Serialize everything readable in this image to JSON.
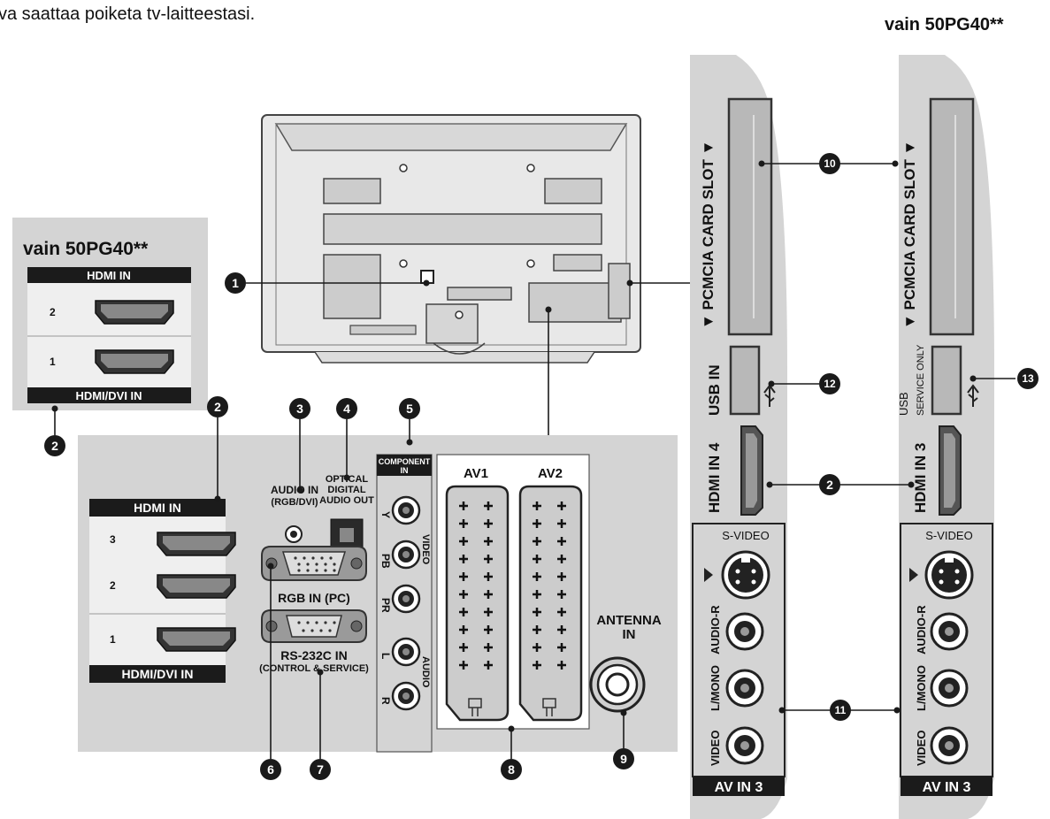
{
  "header": {
    "caption_fragment": "va saattaa poiketa tv-laitteestasi.",
    "model_note_right": "vain 50PG40**"
  },
  "inset_left": {
    "model_note": "vain 50PG40**",
    "top_label": "HDMI IN",
    "port_2": "2",
    "port_1": "1",
    "bottom_label": "HDMI/DVI IN"
  },
  "main_panel": {
    "hdmi_top_label": "HDMI IN",
    "hdmi_port_3": "3",
    "hdmi_port_2": "2",
    "hdmi_port_1": "1",
    "hdmi_bottom_label": "HDMI/DVI IN",
    "audio_in_line1": "AUDIO IN",
    "audio_in_line2": "(RGB/DVI)",
    "optical_line1": "OPTICAL",
    "optical_line2": "DIGITAL",
    "optical_line3": "AUDIO OUT",
    "component_line1": "COMPONENT",
    "component_line2": "IN",
    "comp_y": "Y",
    "comp_pb": "PB",
    "comp_pr": "PR",
    "comp_l": "L",
    "comp_r": "R",
    "video_label": "VIDEO",
    "audio_label": "AUDIO",
    "rgb_in": "RGB IN (PC)",
    "rs232_line1": "RS-232C IN",
    "rs232_line2": "(CONTROL & SERVICE)",
    "av1": "AV1",
    "av2": "AV2",
    "antenna_line1": "ANTENNA",
    "antenna_line2": "IN"
  },
  "side_panel_1": {
    "pcmcia": "▼ PCMCIA CARD SLOT ▼",
    "usb": "USB IN",
    "hdmi": "HDMI IN 4",
    "svideo": "S-VIDEO",
    "audio_r": "AUDIO-R",
    "lmono": "L/MONO",
    "video": "VIDEO",
    "av_in": "AV IN 3"
  },
  "side_panel_2": {
    "pcmcia": "▼ PCMCIA CARD SLOT ▼",
    "usb_line1": "USB",
    "usb_line2": "SERVICE ONLY",
    "hdmi": "HDMI IN 3",
    "svideo": "S-VIDEO",
    "audio_r": "AUDIO-R",
    "lmono": "L/MONO",
    "video": "VIDEO",
    "av_in": "AV IN 3"
  },
  "callouts": {
    "c1": "1",
    "c2": "2",
    "c3": "3",
    "c4": "4",
    "c5": "5",
    "c6": "6",
    "c7": "7",
    "c8": "8",
    "c9": "9",
    "c10": "10",
    "c11": "11",
    "c12": "12",
    "c13": "13"
  },
  "colors": {
    "panel_gray": "#d4d4d4",
    "callout_black": "#1a1a1a",
    "tv_body": "#e4e4e4"
  }
}
